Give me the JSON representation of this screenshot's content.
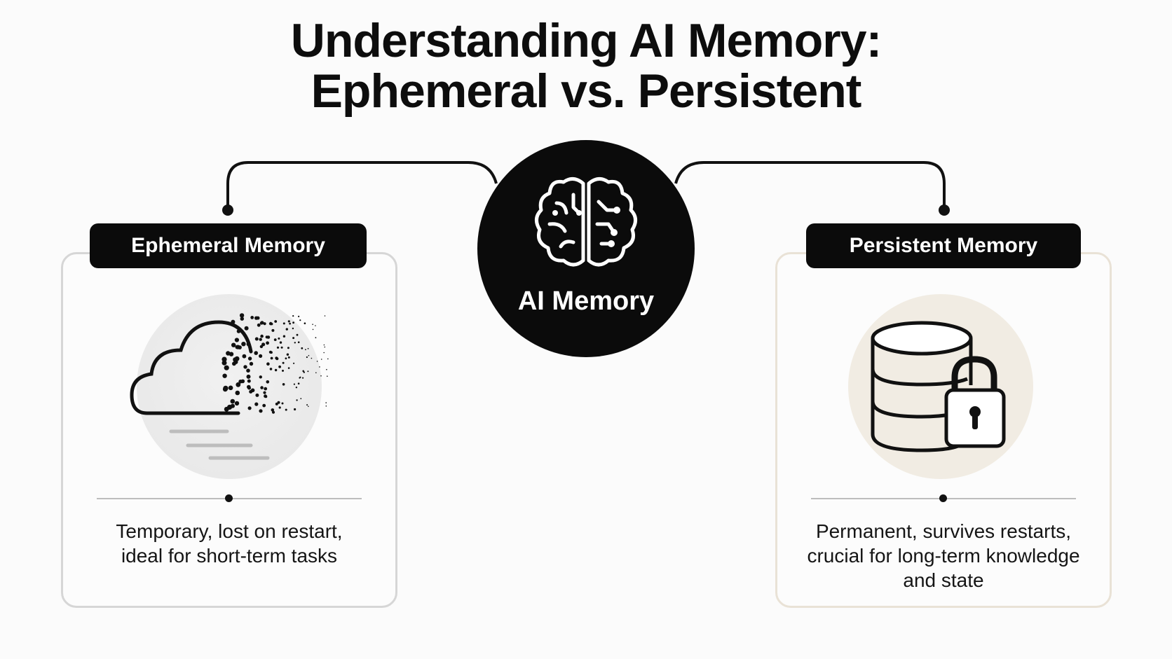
{
  "title": {
    "line1": "Understanding AI Memory:",
    "line2": "Ephemeral vs. Persistent"
  },
  "hub": {
    "label": "AI Memory",
    "icon": "brain-circuit-icon"
  },
  "ephemeral": {
    "heading": "Ephemeral Memory",
    "icon": "dissolving-cloud-icon",
    "description_line1": "Temporary, lost on restart,",
    "description_line2": "ideal for short-term tasks"
  },
  "persistent": {
    "heading": "Persistent Memory",
    "icon": "database-lock-icon",
    "description_line1": "Permanent, survives restarts,",
    "description_line2": "crucial for long-term knowledge",
    "description_line3": "and state"
  },
  "colors": {
    "ink": "#0b0b0b",
    "background": "#fbfbfb",
    "ephemeral_circle": "#ececec",
    "persistent_circle": "#f1ece3"
  }
}
